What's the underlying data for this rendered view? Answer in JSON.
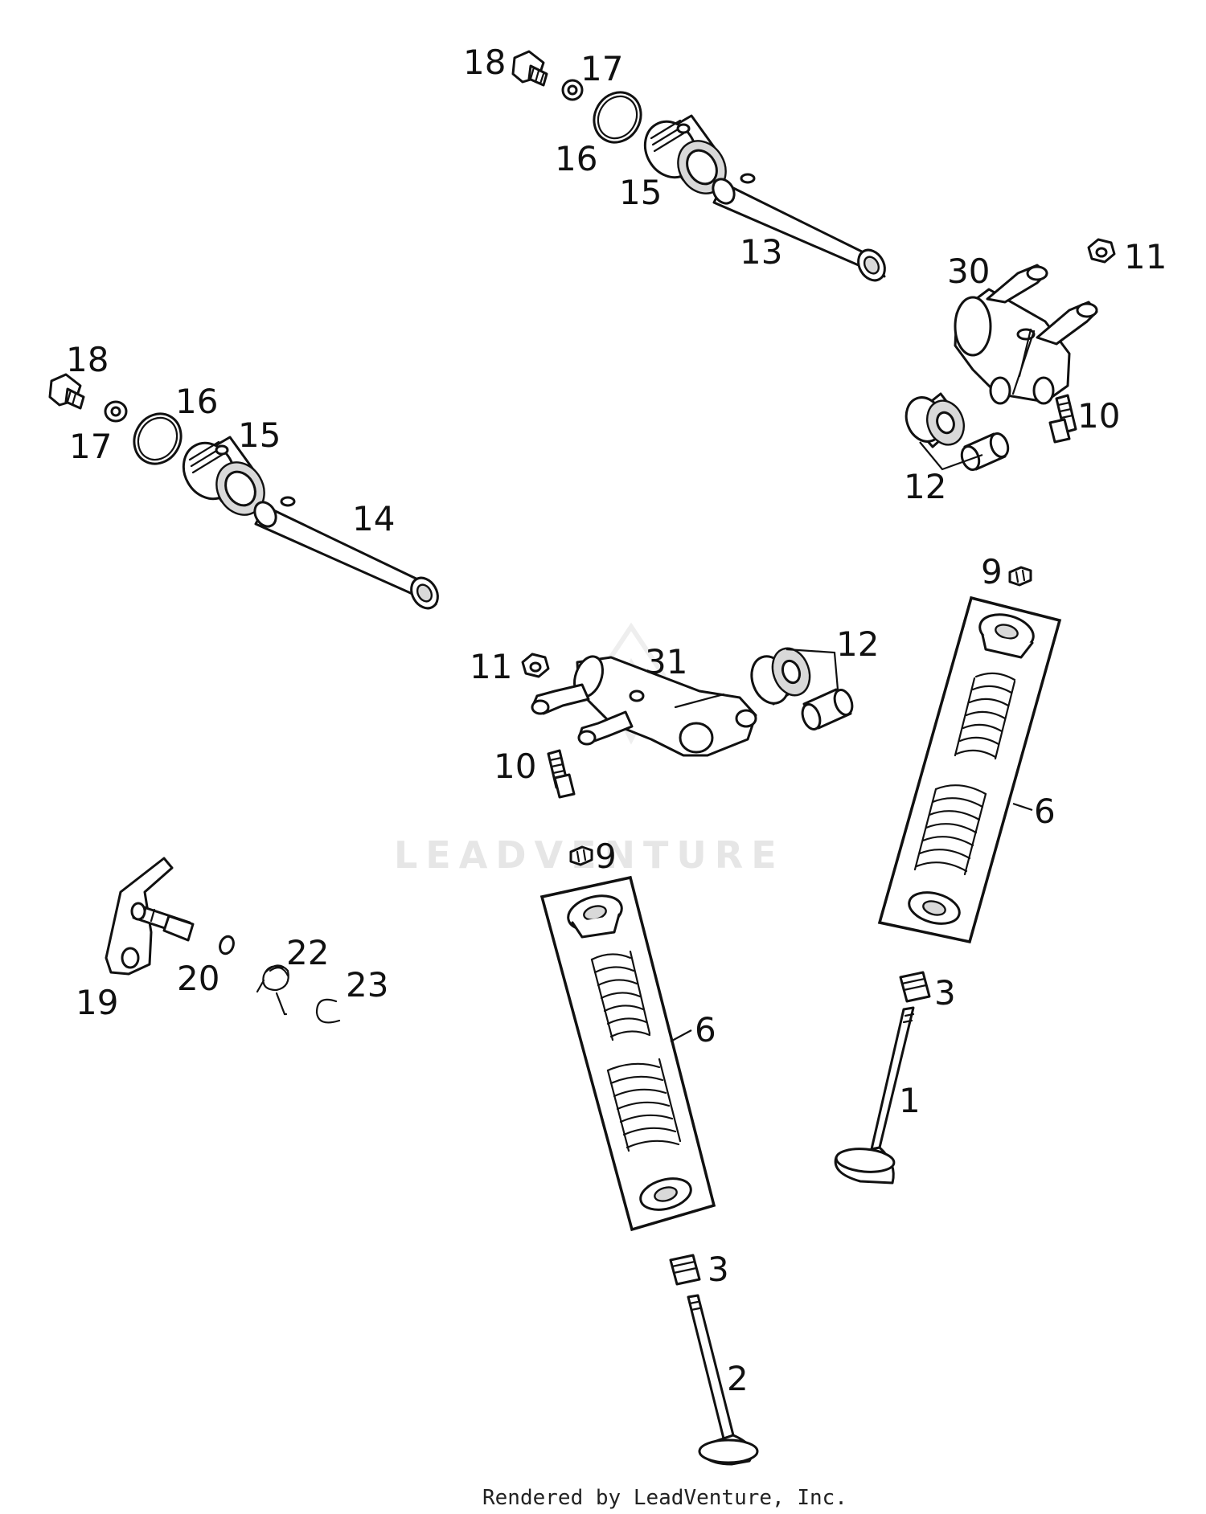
{
  "watermark": "LEADVENTURE",
  "footer": "Rendered by LeadVenture, Inc.",
  "callouts": {
    "c18a": "18",
    "c17a": "17",
    "c16a": "16",
    "c15a": "15",
    "c13": "13",
    "c30": "30",
    "c11a": "11",
    "c10a": "10",
    "c12a": "12",
    "c18b": "18",
    "c17b": "17",
    "c16b": "16",
    "c15b": "15",
    "c14": "14",
    "c11b": "11",
    "c31": "31",
    "c12b": "12",
    "c10b": "10",
    "c9a": "9",
    "c6a": "6",
    "c9b": "9",
    "c6b": "6",
    "c3a": "3",
    "c1": "1",
    "c3b": "3",
    "c2": "2",
    "c19": "19",
    "c20": "20",
    "c22": "22",
    "c23": "23"
  }
}
